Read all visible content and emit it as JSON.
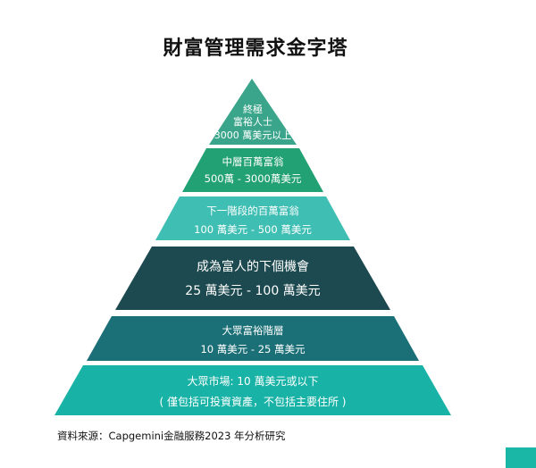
{
  "title": "財富管理需求金字塔",
  "tiers": [
    {
      "lines": [
        "終極",
        "富裕人士",
        "3000 萬美元以上"
      ],
      "color": "#3aa58a"
    },
    {
      "lines": [
        "中層百萬富翁",
        "500萬 - 3000萬美元"
      ],
      "color": "#22a174"
    },
    {
      "lines": [
        "下一階段的百萬富翁",
        "100 萬美元 - 500 萬美元"
      ],
      "color": "#3fbeb3"
    },
    {
      "lines": [
        "成為富人的下個機會",
        "25 萬美元 - 100 萬美元"
      ],
      "color": "#1d4a50"
    },
    {
      "lines": [
        "大眾富裕階層",
        "10 萬美元 - 25 萬美元"
      ],
      "color": "#1b6f76"
    },
    {
      "lines": [
        "大眾市場: 10 萬美元或以下",
        "( 僅包括可投資資產，不包括主要住所 )"
      ],
      "color": "#18b3a6"
    }
  ],
  "source": "資料來源：Capgemini金融服務2023 年分析研究",
  "colors": {
    "corner_accent": "#1ab7a6"
  }
}
